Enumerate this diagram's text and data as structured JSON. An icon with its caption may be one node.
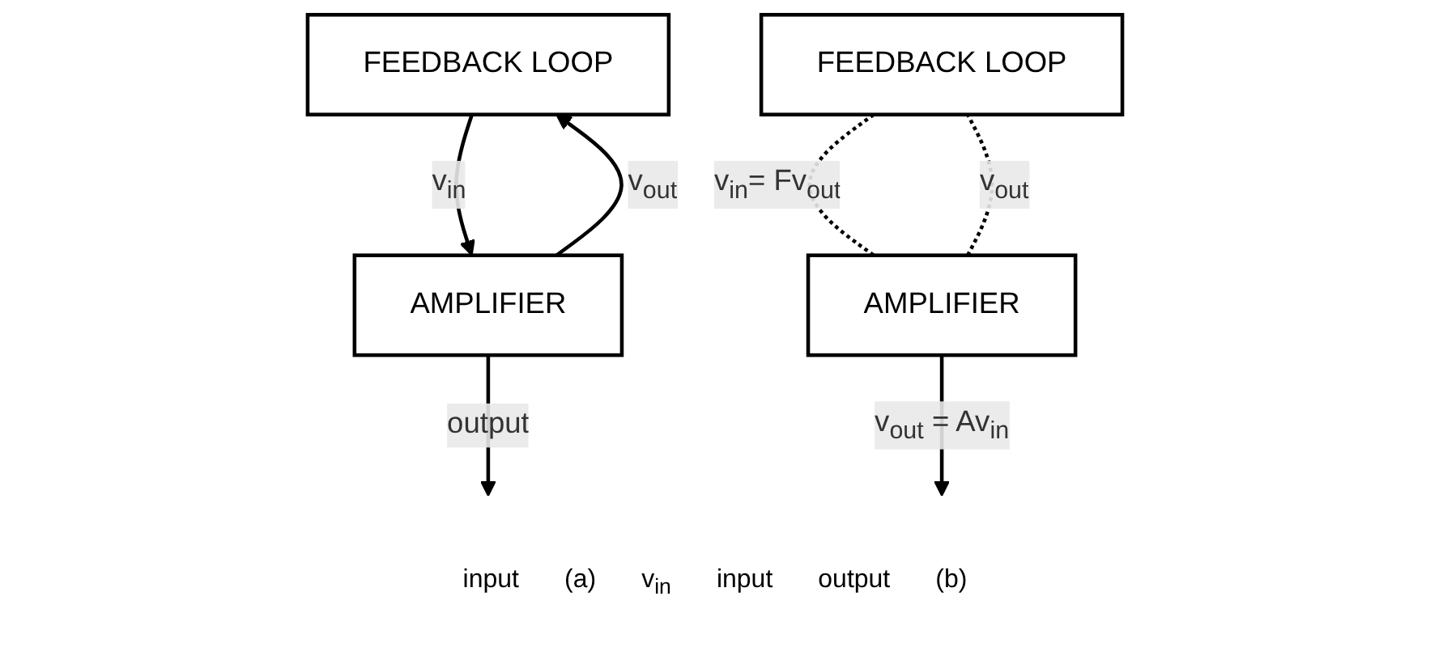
{
  "diagram": {
    "nodes": [
      {
        "text": [
          "FEEDBACK LOOP"
        ]
      },
      {
        "text": [
          "AMPLIFIER"
        ]
      },
      {
        "text": [
          "FEEDBACK LOOP"
        ]
      },
      {
        "text": [
          "AMPLIFIER"
        ]
      }
    ],
    "edges": [
      {
        "from": 0,
        "to": 1,
        "arrow": "to",
        "label": "v$_{in}$"
      },
      {
        "from": 1,
        "to": 0,
        "arrow": "to",
        "label": "v$_{out}$"
      },
      {
        "from": 1,
        "to": null,
        "arrow": "to",
        "label": "output"
      },
      {
        "from": 2,
        "to": 3,
        "arrow": "none",
        "style": "dashed",
        "label": "v$_{in}$= Fv$_{out}$"
      },
      {
        "from": 3,
        "to": 2,
        "arrow": "none",
        "style": "dashed",
        "label": "v$_{out}$"
      },
      {
        "from": 3,
        "to": null,
        "arrow": "to",
        "label": "v$_{out}$ = Av$_{in}$"
      }
    ],
    "labels": [
      "input",
      "(a)",
      "v$_{in}$",
      "input",
      "output",
      "(b)"
    ]
  }
}
